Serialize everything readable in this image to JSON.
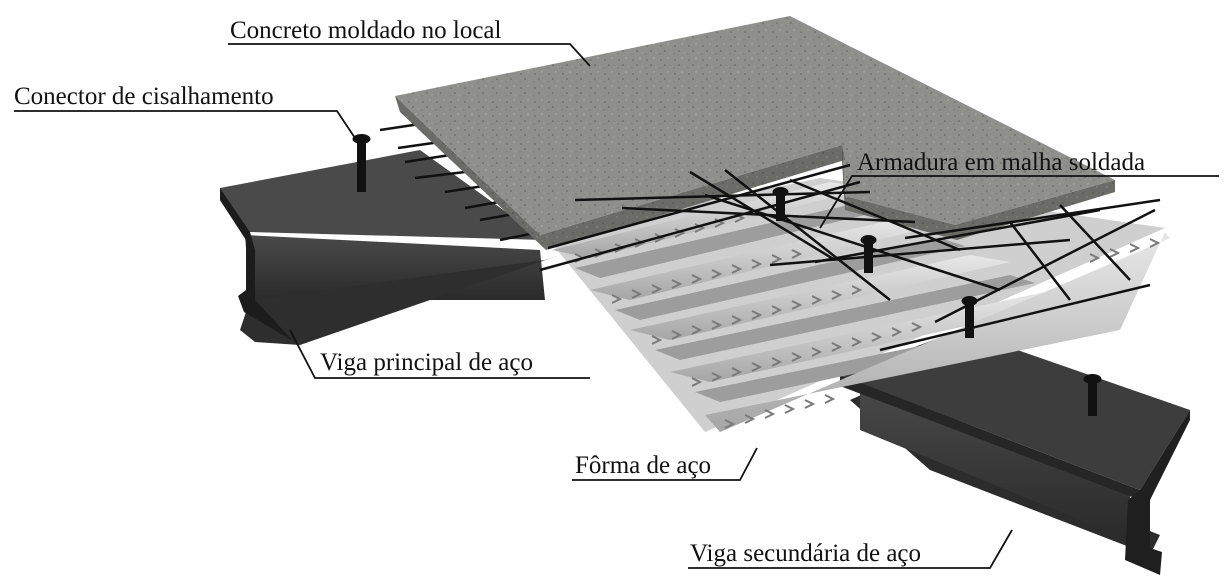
{
  "labels": {
    "concrete": "Concreto moldado no local",
    "connector": "Conector de cisalhamento",
    "mesh": "Armadura em malha soldada",
    "main_beam": "Viga principal de aço",
    "deck": "Fôrma de aço",
    "secondary_beam": "Viga secundária de aço"
  },
  "colors": {
    "concrete": "#8f8f8c",
    "concrete_dark": "#5e5e5b",
    "steel_beam": "#3a3a3a",
    "steel_beam_dark": "#232323",
    "deck": "#d4d4d4",
    "deck_shadow": "#9a9a9a",
    "rebar": "#111111",
    "leader": "#111111"
  }
}
